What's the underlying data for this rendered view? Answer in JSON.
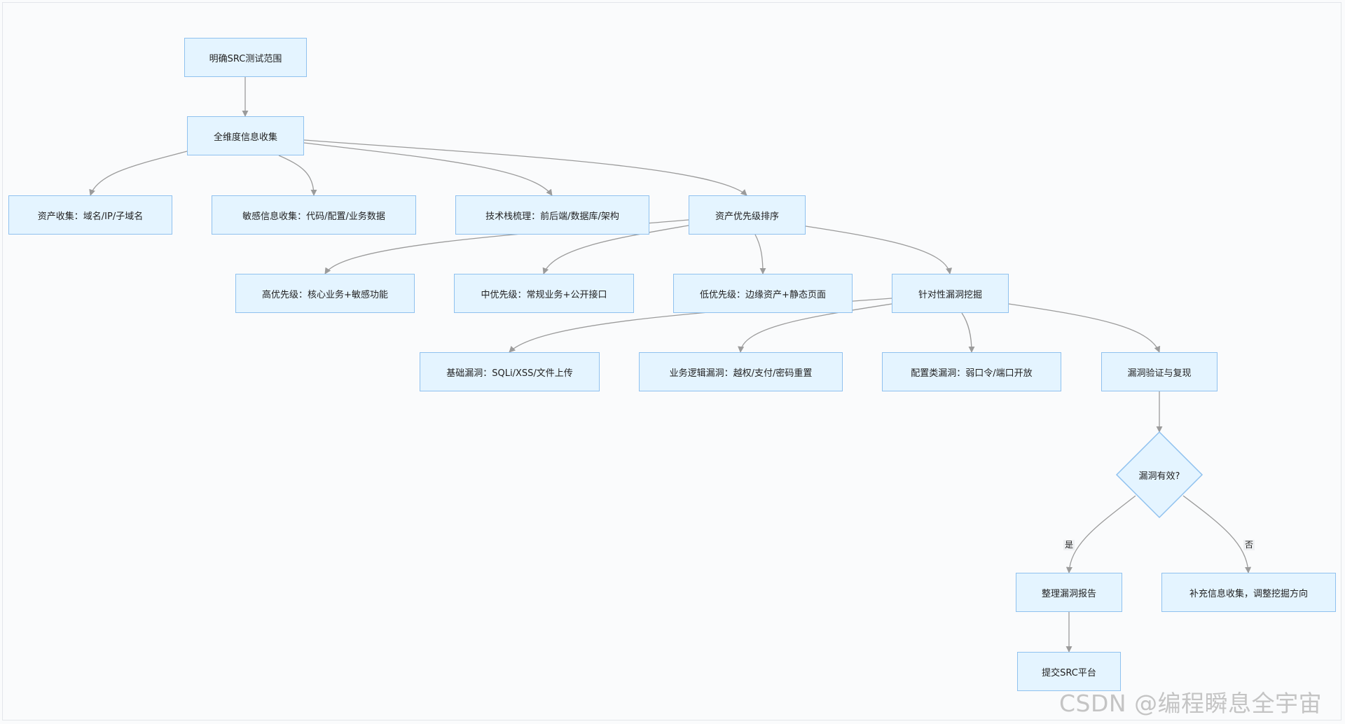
{
  "nodes": {
    "define_scope": "明确SRC测试范围",
    "info_gathering": "全维度信息收集",
    "asset_collection": "资产收集：域名/IP/子域名",
    "sensitive_collection": "敏感信息收集：代码/配置/业务数据",
    "tech_stack": "技术栈梳理：前后端/数据库/架构",
    "asset_priority": "资产优先级排序",
    "high_priority": "高优先级：核心业务+敏感功能",
    "mid_priority": "中优先级：常规业务+公开接口",
    "low_priority": "低优先级：边缘资产+静态页面",
    "targeted_mining": "针对性漏洞挖掘",
    "basic_vulns": "基础漏洞：SQLi/XSS/文件上传",
    "logic_vulns": "业务逻辑漏洞：越权/支付/密码重置",
    "config_vulns": "配置类漏洞：弱口令/端口开放",
    "verify_reproduce": "漏洞验证与复现",
    "is_valid": "漏洞有效?",
    "write_report": "整理漏洞报告",
    "supplement": "补充信息收集，调整挖掘方向",
    "submit": "提交SRC平台"
  },
  "edge_labels": {
    "yes": "是",
    "no": "否"
  },
  "edges": [
    [
      "define_scope",
      "info_gathering"
    ],
    [
      "info_gathering",
      "asset_collection"
    ],
    [
      "info_gathering",
      "sensitive_collection"
    ],
    [
      "info_gathering",
      "tech_stack"
    ],
    [
      "info_gathering",
      "asset_priority"
    ],
    [
      "asset_priority",
      "high_priority"
    ],
    [
      "asset_priority",
      "mid_priority"
    ],
    [
      "asset_priority",
      "low_priority"
    ],
    [
      "asset_priority",
      "targeted_mining"
    ],
    [
      "targeted_mining",
      "basic_vulns"
    ],
    [
      "targeted_mining",
      "logic_vulns"
    ],
    [
      "targeted_mining",
      "config_vulns"
    ],
    [
      "targeted_mining",
      "verify_reproduce"
    ],
    [
      "verify_reproduce",
      "is_valid"
    ],
    [
      "is_valid",
      "write_report",
      "yes"
    ],
    [
      "is_valid",
      "supplement",
      "no"
    ],
    [
      "write_report",
      "submit"
    ]
  ],
  "colors": {
    "node_fill": "#e4f4ff",
    "node_border": "#8fc1ef",
    "edge": "#9b9b9b"
  },
  "watermark": "CSDN @编程瞬息全宇宙"
}
